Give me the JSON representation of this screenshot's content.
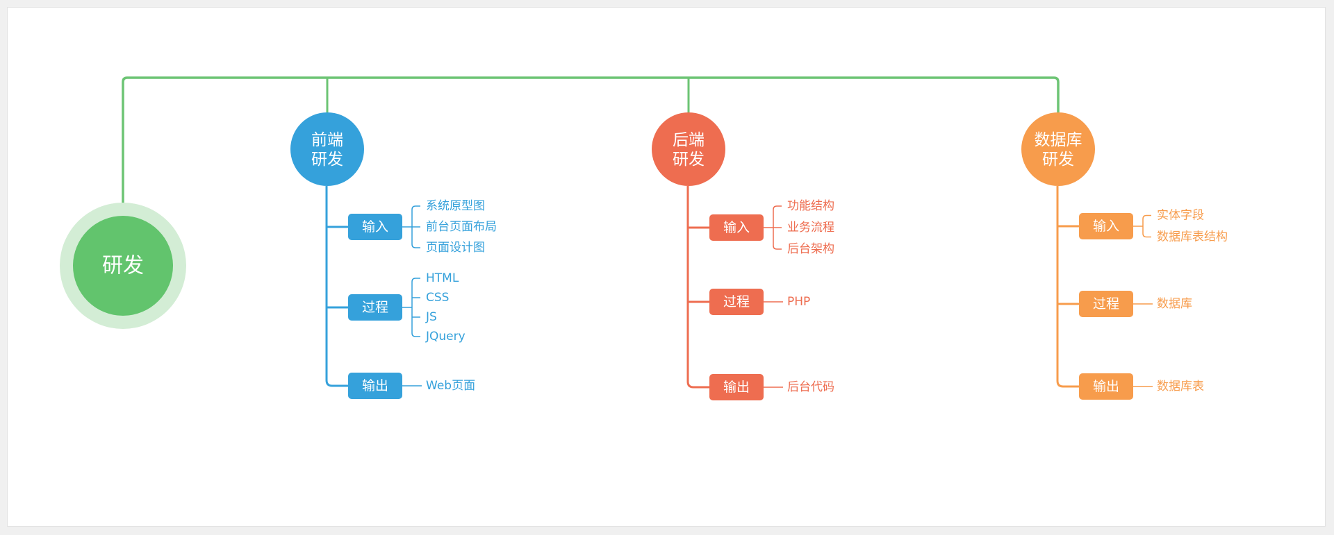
{
  "colors": {
    "root": "#62c46d",
    "root_halo": "#d3edd5",
    "root_trunk": "#6cc474",
    "page_bg": "#f0f0f0",
    "canvas_bg": "#ffffff"
  },
  "root": {
    "label": "研发"
  },
  "branches": [
    {
      "id": "frontend",
      "label_lines": [
        "前端",
        "研发"
      ],
      "color": "#35a1db",
      "phases": [
        {
          "id": "input",
          "label": "输入",
          "items": [
            "系统原型图",
            "前台页面布局",
            "页面设计图"
          ]
        },
        {
          "id": "process",
          "label": "过程",
          "items": [
            "HTML",
            "CSS",
            "JS",
            "JQuery"
          ]
        },
        {
          "id": "output",
          "label": "输出",
          "items": [
            "Web页面"
          ]
        }
      ]
    },
    {
      "id": "backend",
      "label_lines": [
        "后端",
        "研发"
      ],
      "color": "#ee6d50",
      "phases": [
        {
          "id": "input",
          "label": "输入",
          "items": [
            "功能结构",
            "业务流程",
            "后台架构"
          ]
        },
        {
          "id": "process",
          "label": "过程",
          "items": [
            "PHP"
          ]
        },
        {
          "id": "output",
          "label": "输出",
          "items": [
            "后台代码"
          ]
        }
      ]
    },
    {
      "id": "database",
      "label_lines": [
        "数据库",
        "研发"
      ],
      "color": "#f79c4c",
      "phases": [
        {
          "id": "input",
          "label": "输入",
          "items": [
            "实体字段",
            "数据库表结构"
          ]
        },
        {
          "id": "process",
          "label": "过程",
          "items": [
            "数据库"
          ]
        },
        {
          "id": "output",
          "label": "输出",
          "items": [
            "数据库表"
          ]
        }
      ]
    }
  ]
}
